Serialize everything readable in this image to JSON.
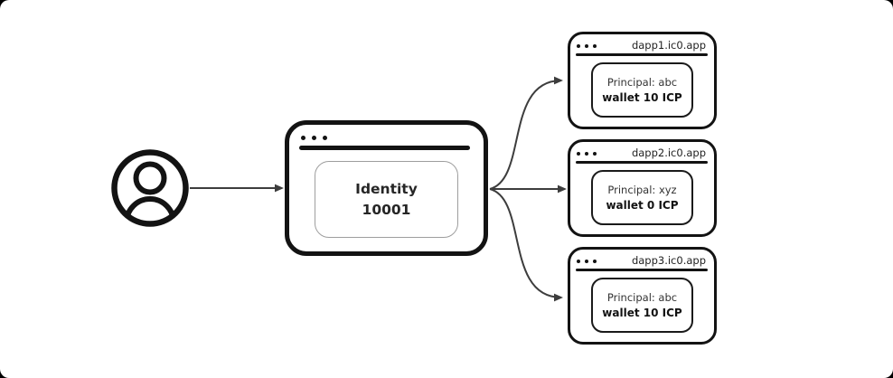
{
  "page": {
    "background_color": "#000000",
    "sheet_color": "#ffffff"
  },
  "colors": {
    "arrow": "#3d3d3d",
    "window_border": "#131313",
    "identity_card_border": "#9e9e9e",
    "url_text": "#1f1f1f",
    "principal_text": "#333333",
    "wallet_text": "#121212"
  },
  "user": {
    "icon": "user-icon"
  },
  "identity_window": {
    "line1": "Identity",
    "line2": "10001",
    "window_controls_icon": "window-dots-icon"
  },
  "dapps": [
    {
      "url": "dapp1.ic0.app",
      "principal": "Principal: abc",
      "wallet": "wallet 10 ICP"
    },
    {
      "url": "dapp2.ic0.app",
      "principal": "Principal: xyz",
      "wallet": "wallet 0 ICP"
    },
    {
      "url": "dapp3.ic0.app",
      "principal": "Principal: abc",
      "wallet": "wallet 10 ICP"
    }
  ]
}
